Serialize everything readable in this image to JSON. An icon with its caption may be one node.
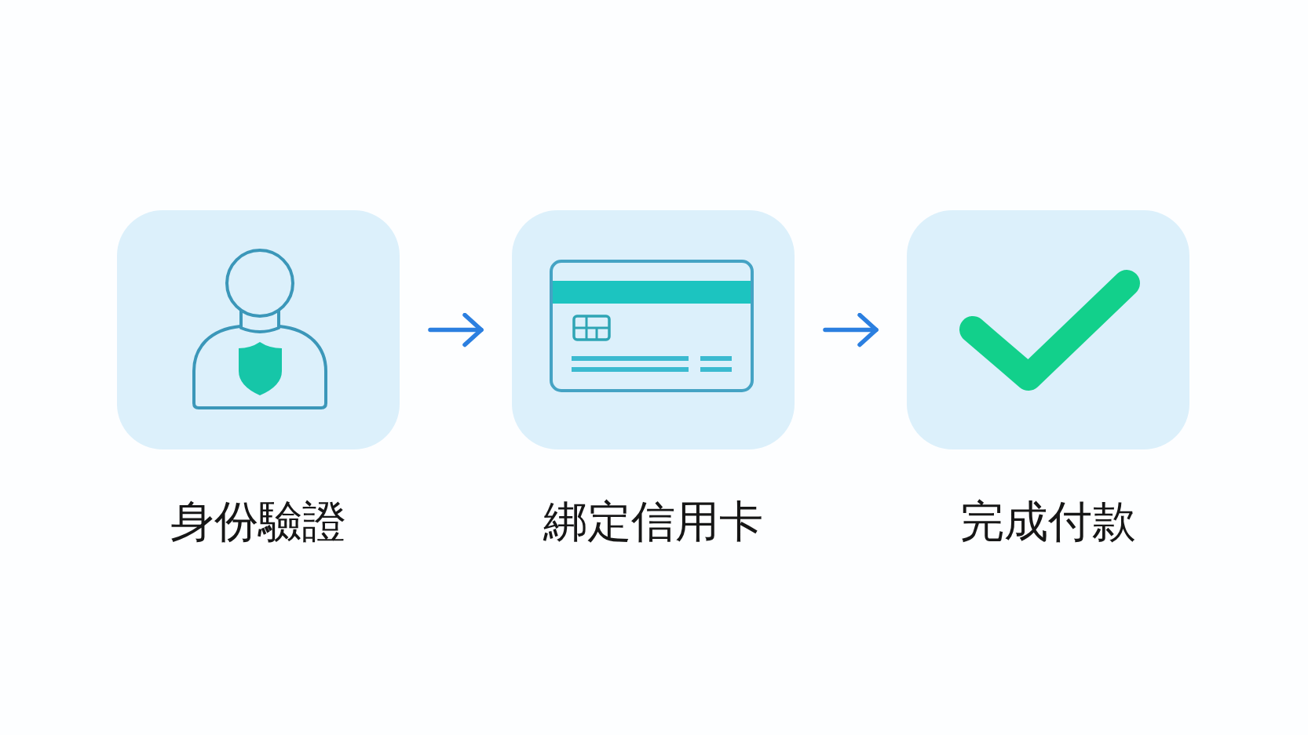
{
  "diagram": {
    "nodes": [
      {
        "text": [
          "身份驗證"
        ]
      },
      {
        "text": [
          "綁定信用卡"
        ]
      },
      {
        "text": [
          "完成付款"
        ]
      }
    ],
    "edges": [
      {
        "from": 0,
        "to": 1,
        "arrow": "to"
      },
      {
        "from": 1,
        "to": 2,
        "arrow": "to"
      }
    ]
  }
}
